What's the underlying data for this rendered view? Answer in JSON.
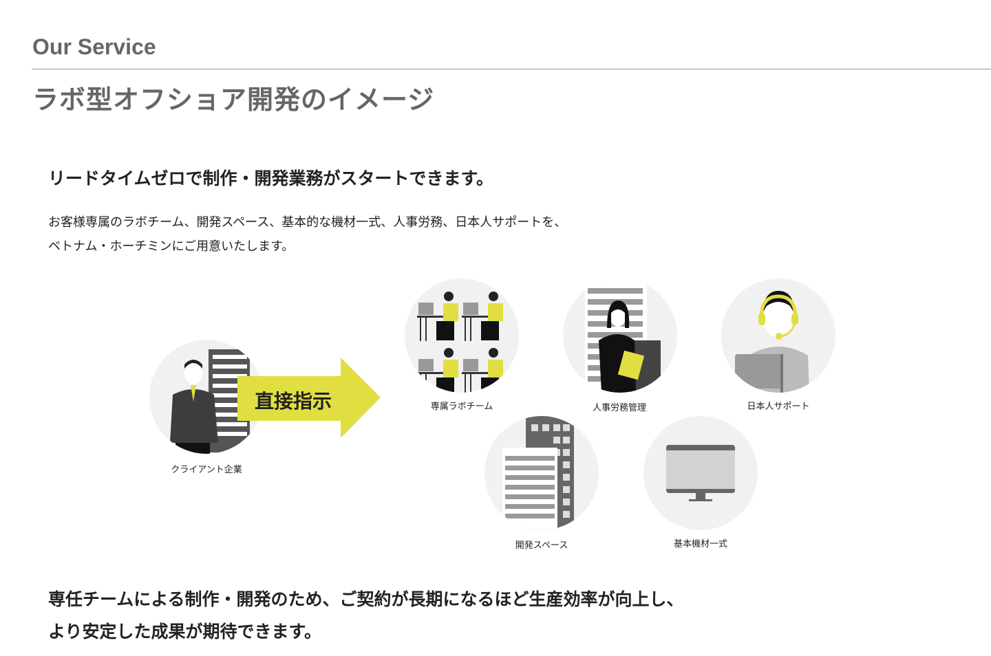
{
  "header": {
    "eyebrow": "Our Service",
    "title": "ラボ型オフショア開発のイメージ"
  },
  "intro": {
    "lead": "リードタイムゼロで制作・開発業務がスタートできます。",
    "lines": [
      "お客様専属のラボチーム、開発スペース、基本的な機材一式、人事労務、日本人サポートを、",
      "ベトナム・ホーチミンにご用意いたします。"
    ]
  },
  "diagram": {
    "accent": "#e1de42",
    "client": "クライアント企業",
    "arrow": "直接指示",
    "services": {
      "team": "専属ラボチーム",
      "hr": "人事労務管理",
      "support": "日本人サポート",
      "space": "開発スペース",
      "equipment": "基本機材一式"
    }
  },
  "closing": {
    "lines": [
      "専任チームによる制作・開発のため、ご契約が長期になるほど生産効率が向上し、",
      "より安定した成果が期待できます。"
    ]
  }
}
